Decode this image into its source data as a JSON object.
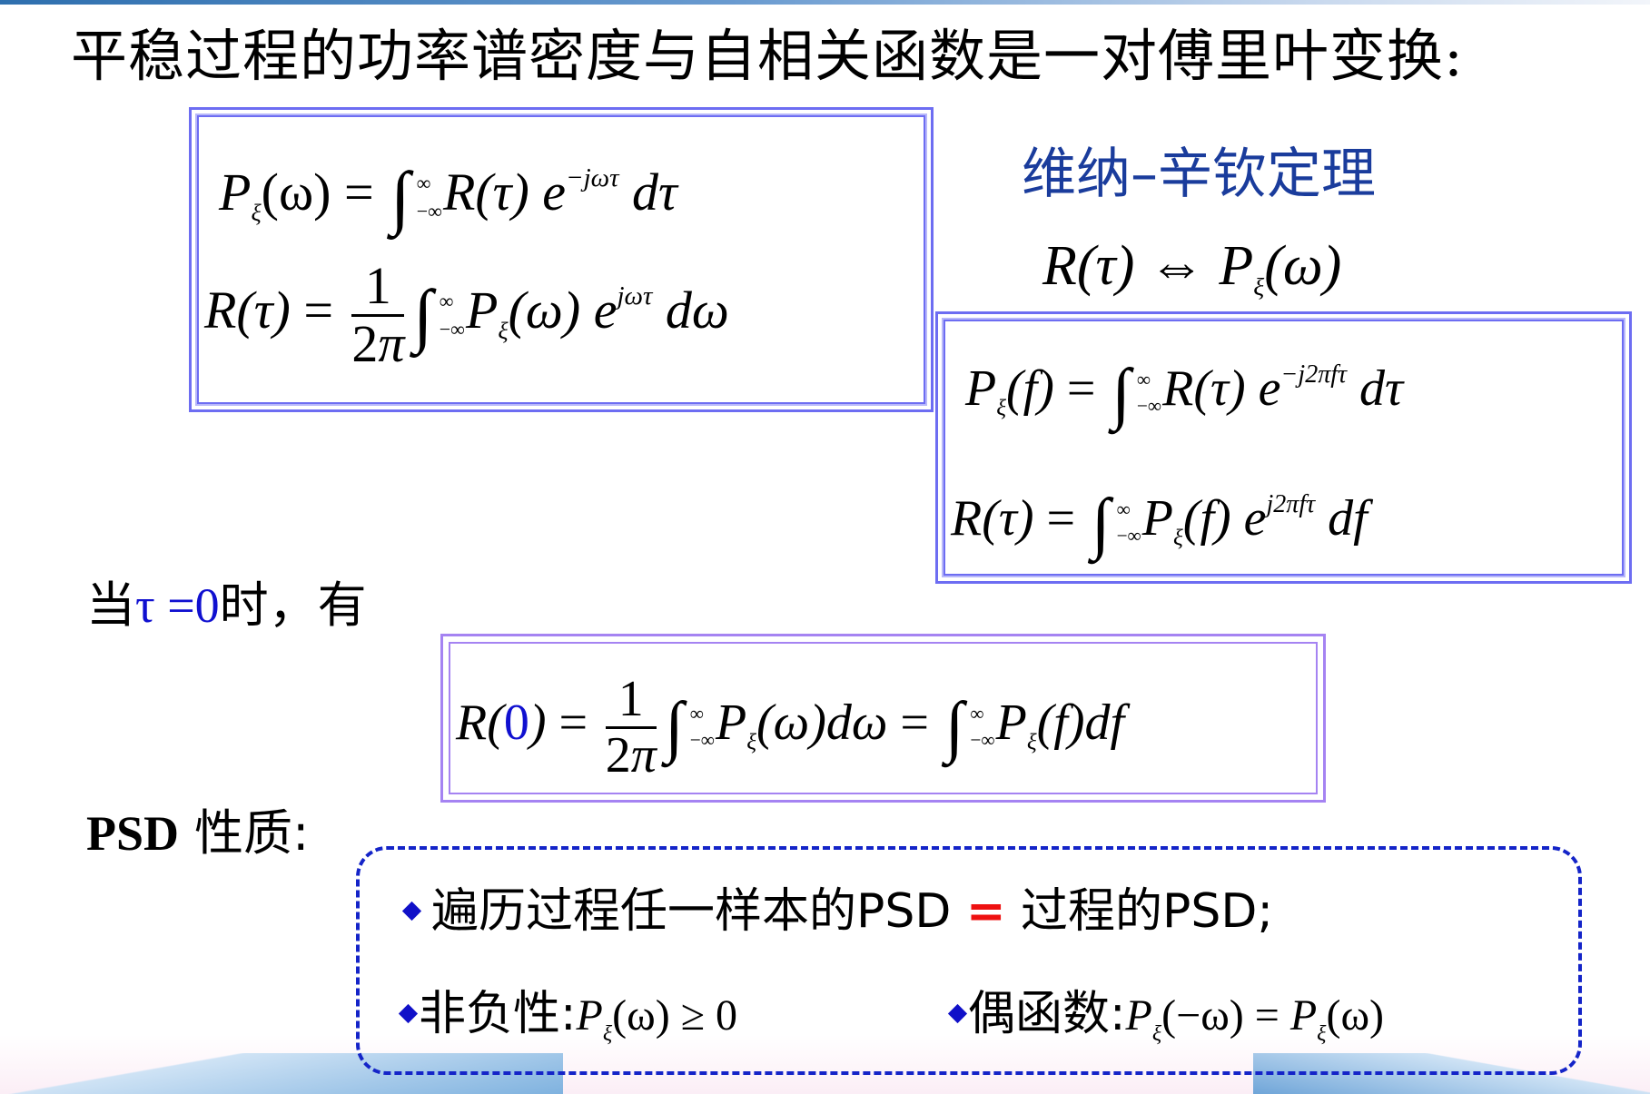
{
  "slide": {
    "title": "平稳过程的功率谱密度与自相关函数是一对傅里叶变换:",
    "box_omega": {
      "eq1": {
        "lhs_P": "P",
        "sub": "ξ",
        "arg": "(ω)",
        "eq": " = ",
        "upper": "∞",
        "lower": "−∞",
        "integrand": "R(τ) e",
        "exp": "−jωτ",
        "diff": " dτ"
      },
      "eq2": {
        "lhs": "R(τ)",
        "eq": " = ",
        "frac_num": "1",
        "frac_den_2": "2",
        "frac_den_pi": "π",
        "upper": "∞",
        "lower": "−∞",
        "P": "P",
        "sub": "ξ",
        "arg": "(ω) e",
        "exp": "jωτ",
        "diff": " dω"
      }
    },
    "theorem": {
      "name": "维纳–辛钦定理",
      "relation_lhs": "R(τ)",
      "relation_op": " ⇔ ",
      "relation_P": "P",
      "relation_sub": "ξ",
      "relation_arg": "(ω)"
    },
    "box_f": {
      "eq1": {
        "P": "P",
        "sub": "ξ",
        "arg": "(f)",
        "eq": " = ",
        "upper": "∞",
        "lower": "−∞",
        "integrand": "R(τ) e",
        "exp": "−j2πfτ",
        "diff": " dτ"
      },
      "eq2": {
        "lhs": "R(τ)",
        "eq": " = ",
        "upper": "∞",
        "lower": "−∞",
        "P": "P",
        "sub": "ξ",
        "arg": "(f) e",
        "exp": "j2πfτ",
        "diff": " df"
      }
    },
    "when_tau_zero": {
      "prefix": "当",
      "tau": "τ =0",
      "suffix": "时，有"
    },
    "box_r0": {
      "R": "R(",
      "zero": "0",
      "close": ")",
      "eq": " = ",
      "frac_num": "1",
      "frac_den_2": "2",
      "frac_den_pi": "π",
      "upper1": "∞",
      "lower1": "−∞",
      "P1": "P",
      "sub1": "ξ",
      "arg1": "(ω)dω",
      "eq2": " = ",
      "upper2": "∞",
      "lower2": "−∞",
      "P2": "P",
      "sub2": "ξ",
      "arg2": "(f)df"
    },
    "psd_properties": {
      "label_en": "PSD",
      "label_cn": " 性质:",
      "items": [
        {
          "text_a": "遍历过程任一样本的PSD ",
          "equals": "=",
          "text_b": " 过程的PSD;"
        },
        {
          "label": "非负性:",
          "P": "P",
          "sub": "ξ",
          "expr": "(ω) ≥ 0"
        },
        {
          "label": "偶函数:",
          "P": "P",
          "sub": "ξ",
          "expr": "(−ω) = ",
          "P2": "P",
          "sub2": "ξ",
          "expr2": "(ω)"
        }
      ]
    },
    "colors": {
      "theorem_blue": "#1a3c9c",
      "box_border_blue": "#6d6df2",
      "box_border_purple": "#a583f2",
      "dashed_border": "#1424c8",
      "highlight_blue": "#1010d0",
      "equals_red": "#ee1111"
    }
  }
}
